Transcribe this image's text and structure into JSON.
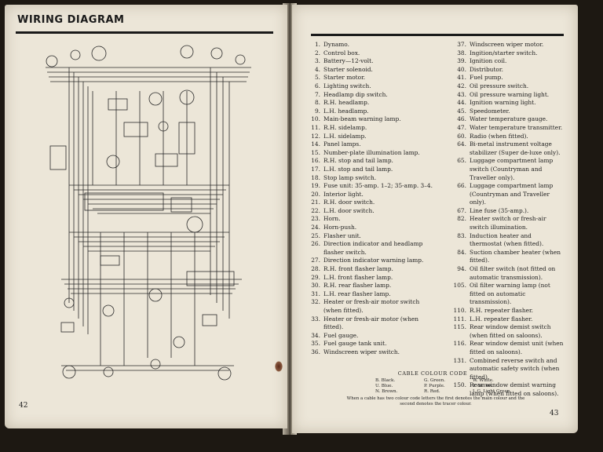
{
  "left_page": {
    "title": "WIRING DIAGRAM",
    "page_number": "42"
  },
  "right_page": {
    "page_number": "43",
    "legend_col1": [
      {
        "num": "1.",
        "text": "Dynamo."
      },
      {
        "num": "2.",
        "text": "Control box."
      },
      {
        "num": "3.",
        "text": "Battery—12-volt."
      },
      {
        "num": "4.",
        "text": "Starter solenoid."
      },
      {
        "num": "5.",
        "text": "Starter motor."
      },
      {
        "num": "6.",
        "text": "Lighting switch."
      },
      {
        "num": "7.",
        "text": "Headlamp dip switch."
      },
      {
        "num": "8.",
        "text": "R.H. headlamp."
      },
      {
        "num": "9.",
        "text": "L.H. headlamp."
      },
      {
        "num": "10.",
        "text": "Main-beam warning lamp."
      },
      {
        "num": "11.",
        "text": "R.H. sidelamp."
      },
      {
        "num": "12.",
        "text": "L.H. sidelamp."
      },
      {
        "num": "14.",
        "text": "Panel lamps."
      },
      {
        "num": "15.",
        "text": "Number-plate illumination lamp."
      },
      {
        "num": "16.",
        "text": "R.H. stop and tail lamp."
      },
      {
        "num": "17.",
        "text": "L.H. stop and tail lamp."
      },
      {
        "num": "18.",
        "text": "Stop lamp switch."
      },
      {
        "num": "19.",
        "text": "Fuse unit: 35-amp. 1–2; 35-amp. 3–4."
      },
      {
        "num": "20.",
        "text": "Interior light."
      },
      {
        "num": "21.",
        "text": "R.H. door switch."
      },
      {
        "num": "22.",
        "text": "L.H. door switch."
      },
      {
        "num": "23.",
        "text": "Horn."
      },
      {
        "num": "24.",
        "text": "Horn-push."
      },
      {
        "num": "25.",
        "text": "Flasher unit."
      },
      {
        "num": "26.",
        "text": "Direction indicator and headlamp flasher switch."
      },
      {
        "num": "27.",
        "text": "Direction indicator warning lamp."
      },
      {
        "num": "28.",
        "text": "R.H. front flasher lamp."
      },
      {
        "num": "29.",
        "text": "L.H. front flasher lamp."
      },
      {
        "num": "30.",
        "text": "R.H. rear flasher lamp."
      },
      {
        "num": "31.",
        "text": "L.H. rear flasher lamp."
      },
      {
        "num": "32.",
        "text": "Heater or fresh-air motor switch (when fitted)."
      },
      {
        "num": "33.",
        "text": "Heater or fresh-air motor (when fitted)."
      },
      {
        "num": "34.",
        "text": "Fuel gauge."
      },
      {
        "num": "35.",
        "text": "Fuel gauge tank unit."
      },
      {
        "num": "36.",
        "text": "Windscreen wiper switch."
      }
    ],
    "legend_col2": [
      {
        "num": "37.",
        "text": "Windscreen wiper motor."
      },
      {
        "num": "38.",
        "text": "Ingition/starter switch."
      },
      {
        "num": "39.",
        "text": "Ignition coil."
      },
      {
        "num": "40.",
        "text": "Distributor."
      },
      {
        "num": "41.",
        "text": "Fuel pump."
      },
      {
        "num": "42.",
        "text": "Oil pressure switch."
      },
      {
        "num": "43.",
        "text": "Oil pressure warning light."
      },
      {
        "num": "44.",
        "text": "Ignition warning light."
      },
      {
        "num": "45.",
        "text": "Speedometer."
      },
      {
        "num": "46.",
        "text": "Water temperature gauge."
      },
      {
        "num": "47.",
        "text": "Water temperature transmitter."
      },
      {
        "num": "60.",
        "text": "Radio (when fitted)."
      },
      {
        "num": "64.",
        "text": "Bi-metal instrument voltage stabilizer (Super de-luxe only)."
      },
      {
        "num": "65.",
        "text": "Luggage compartment lamp switch (Countryman and Traveller only)."
      },
      {
        "num": "66.",
        "text": "Luggage compartment lamp (Countryman and Traveller only)."
      },
      {
        "num": "67.",
        "text": "Line fuse (35-amp.)."
      },
      {
        "num": "82.",
        "text": "Heater switch or fresh-air switch illumination."
      },
      {
        "num": "83.",
        "text": "Induction heater and thermostat (when fitted)."
      },
      {
        "num": "84.",
        "text": "Suction chamber heater (when fitted)."
      },
      {
        "num": "94.",
        "text": "Oil filter switch (not fitted on automatic transmission)."
      },
      {
        "num": "105.",
        "text": "Oil filter warning lamp (not fitted on automatic transmission)."
      },
      {
        "num": "110.",
        "text": "R.H. repeater flasher."
      },
      {
        "num": "111.",
        "text": "L.H. repeater flasher."
      },
      {
        "num": "115.",
        "text": "Rear window demist switch (when fitted on saloons)."
      },
      {
        "num": "116.",
        "text": "Rear window demist unit (when fitted on saloons)."
      },
      {
        "num": "131.",
        "text": "Combined reverse switch and automatic safety switch (when fitted)."
      },
      {
        "num": "150.",
        "text": "Rear window demist warning lamp (when fitted on saloons)."
      }
    ],
    "cable_colour_code": {
      "title": "CABLE COLOUR CODE",
      "rows": [
        [
          "B. Black.",
          "G. Green.",
          "W. White."
        ],
        [
          "U. Blue.",
          "P. Purple.",
          "Y. Yellow."
        ],
        [
          "N. Brown.",
          "R. Red.",
          "L.G. Light Green."
        ]
      ],
      "note": "When a cable has two colour code letters the first denotes the main colour and the second denotes the tracer colour."
    }
  },
  "colors": {
    "paper": "#ece6d8",
    "ink": "#1a1a1a",
    "background": "#1d1812"
  }
}
